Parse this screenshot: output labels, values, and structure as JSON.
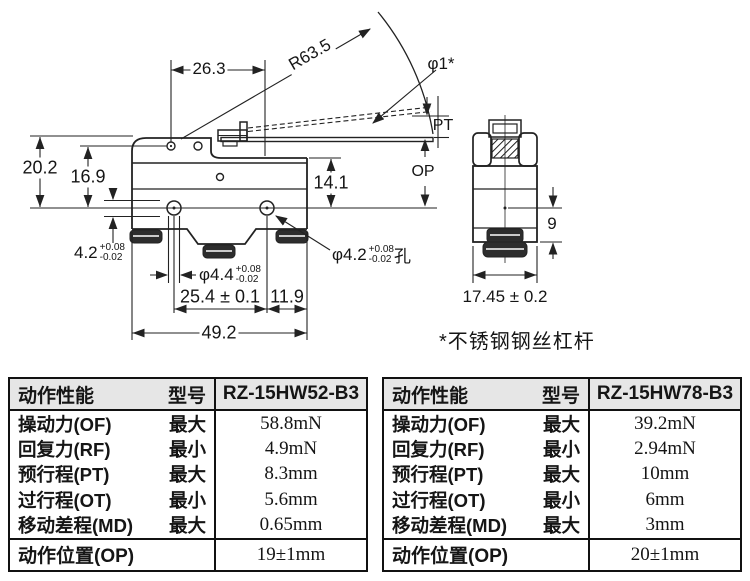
{
  "drawing": {
    "front_view": {
      "dim_26_3": "26.3",
      "radius_label": "R63.5",
      "lever_dia_label": "φ1*",
      "pretravel_label": "PT",
      "op_label": "OP",
      "dim_20_2": "20.2",
      "dim_16_9": "16.9",
      "dim_14_1": "14.1",
      "dim_4_2": {
        "base": "4.2",
        "tol_plus": "+0.08",
        "tol_minus": "-0.02"
      },
      "dim_hole_4_4": {
        "base": "φ4.4",
        "tol_plus": "+0.08",
        "tol_minus": "-0.02"
      },
      "dim_hole_4_2": {
        "base": "φ4.2",
        "tol_plus": "+0.08",
        "tol_minus": "-0.02",
        "suffix": "孔"
      },
      "dim_25_4": "25.4 ± 0.1",
      "dim_11_9": "11.9",
      "dim_49_2": "49.2"
    },
    "side_view": {
      "dim_9": "9",
      "dim_17_45": "17.45 ± 0.2"
    },
    "footnote": "*不锈钢钢丝杠杆",
    "line_color": "#222222"
  },
  "tables": [
    {
      "header": {
        "col1": "动作性能",
        "col2": "型号",
        "model": "RZ-15HW52-B3"
      },
      "rows": [
        {
          "label": "操动力(OF)",
          "qualifier": "最大",
          "value": "58.8mN"
        },
        {
          "label": "回复力(RF)",
          "qualifier": "最小",
          "value": "4.9mN"
        },
        {
          "label": "预行程(PT)",
          "qualifier": "最大",
          "value": "8.3mm"
        },
        {
          "label": "过行程(OT)",
          "qualifier": "最小",
          "value": "5.6mm"
        },
        {
          "label": "移动差程(MD)",
          "qualifier": "最大",
          "value": "0.65mm"
        }
      ],
      "footer": {
        "label": "动作位置(OP)",
        "value": "19±1mm"
      },
      "header_bg": "#e6e6e6"
    },
    {
      "header": {
        "col1": "动作性能",
        "col2": "型号",
        "model": "RZ-15HW78-B3"
      },
      "rows": [
        {
          "label": "操动力(OF)",
          "qualifier": "最大",
          "value": "39.2mN"
        },
        {
          "label": "回复力(RF)",
          "qualifier": "最小",
          "value": "2.94mN"
        },
        {
          "label": "预行程(PT)",
          "qualifier": "最大",
          "value": "10mm"
        },
        {
          "label": "过行程(OT)",
          "qualifier": "最小",
          "value": "6mm"
        },
        {
          "label": "移动差程(MD)",
          "qualifier": "最大",
          "value": "3mm"
        }
      ],
      "footer": {
        "label": "动作位置(OP)",
        "value": "20±1mm"
      },
      "header_bg": "#e6e6e6"
    }
  ]
}
